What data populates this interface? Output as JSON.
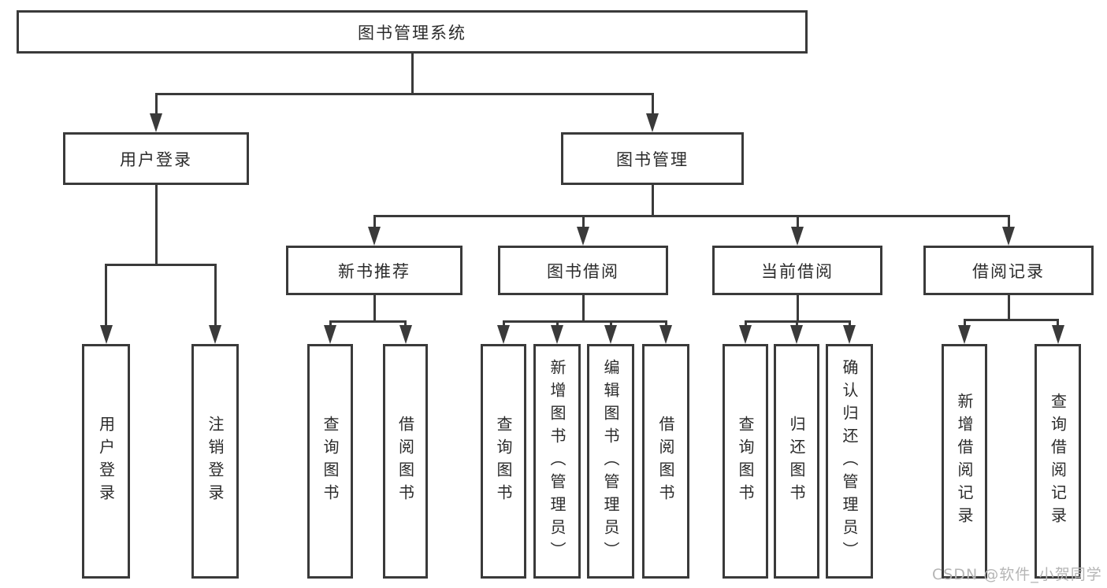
{
  "diagram": {
    "root": {
      "label": "图书管理系统"
    },
    "level2": [
      {
        "label": "用户登录",
        "children": [
          {
            "label": "用户登录"
          },
          {
            "label": "注销登录"
          }
        ]
      },
      {
        "label": "图书管理",
        "children": [
          {
            "label": "新书推荐",
            "children": [
              {
                "label": "查询图书"
              },
              {
                "label": "借阅图书"
              }
            ]
          },
          {
            "label": "图书借阅",
            "children": [
              {
                "label": "查询图书"
              },
              {
                "label": "新增图书（管理员）"
              },
              {
                "label": "编辑图书（管理员）"
              },
              {
                "label": "借阅图书"
              }
            ]
          },
          {
            "label": "当前借阅",
            "children": [
              {
                "label": "查询图书"
              },
              {
                "label": "归还图书"
              },
              {
                "label": "确认归还（管理员）"
              }
            ]
          },
          {
            "label": "借阅记录",
            "children": [
              {
                "label": "新增借阅记录"
              },
              {
                "label": "查询借阅记录"
              }
            ]
          }
        ]
      }
    ]
  },
  "watermark": {
    "text": "CSDN @软件_小贺同学"
  },
  "colors": {
    "line": "#3a3a3a",
    "text": "#2b2b2b",
    "watermark": "#b5b5b5",
    "background": "#ffffff"
  }
}
